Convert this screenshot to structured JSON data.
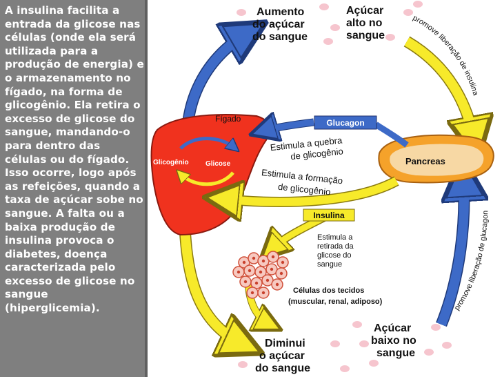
{
  "left_panel": {
    "text": "A insulina facilita a entrada da glicose nas células (onde ela será utilizada para a produção de energia) e o armazenamento no fígado, na forma de glicogênio. Ela retira o excesso de glicose do sangue, mandando-o para dentro das células ou do fígado. Isso ocorre, logo após as refeições, quando a taxa de açúcar sobe no sangue. A falta ou a baixa produção de insulina provoca o diabetes, doença caracterizada pelo excesso de glicose no sangue (hiperglicemia)."
  },
  "diagram": {
    "top_left_box": [
      "Aumento",
      "do açúcar",
      "do sangue"
    ],
    "top_right_box": [
      "Açúcar",
      "alto no",
      "sangue"
    ],
    "insulin_release_label": "promove liberação de insulina",
    "glucagon_release_label": "promove liberação de glucagon",
    "liver_label": "Fígado",
    "glycogen_label": "Glicogênio",
    "glucose_label": "Glicose",
    "glucagon_box": "Glucagon",
    "glycogen_breakdown": [
      "Estimula a quebra",
      "de glicogênio"
    ],
    "pancreas_label": "Pancreas",
    "glycogen_formation": [
      "Estimula a formação",
      "de glicogênio"
    ],
    "insulina_box": "Insulina",
    "glucose_removal": [
      "Estimula a",
      "retirada da",
      "glicose do",
      "sangue"
    ],
    "tissue_cells": [
      "Células dos tecidos",
      "(muscular, renal, adiposo)"
    ],
    "bottom_right_box": [
      "Açúcar",
      "baixo no",
      "sangue"
    ],
    "bottom_center_box": [
      "Diminui",
      "o açúcar",
      "do sangue"
    ],
    "colors": {
      "panel_bg": "#7f7f7f",
      "liver": "#f0321e",
      "pancreas": "#f5a22a",
      "pancreas_inner": "#f7d8a4",
      "arrow_yellow": "#f7ea2a",
      "arrow_blue": "#3d6ac7",
      "blood_dot": "#f4b6c2"
    }
  }
}
